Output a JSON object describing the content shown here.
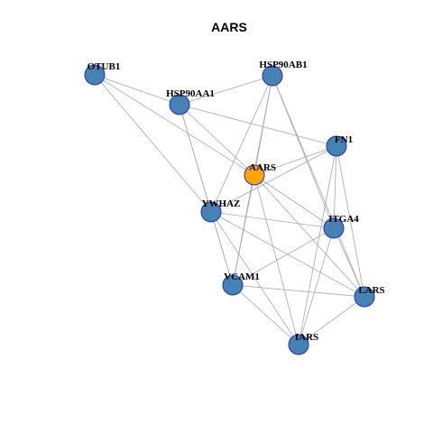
{
  "diagram": {
    "title": "AARS",
    "colors": {
      "node_fill": "#4682B4",
      "node_stroke": "#1E2FBF",
      "highlight_fill": "#FFA500",
      "highlight_stroke": "#1E2FBF",
      "edge": "#A8A8A8"
    },
    "nodes": [
      {
        "id": "OTUB1",
        "label": "OTUB1",
        "highlight": false
      },
      {
        "id": "HSP90AB1",
        "label": "HSP90AB1",
        "highlight": false
      },
      {
        "id": "HSP90AA1",
        "label": "HSP90AA1",
        "highlight": false
      },
      {
        "id": "FN1",
        "label": "FN1",
        "highlight": false
      },
      {
        "id": "AARS",
        "label": "AARS",
        "highlight": true
      },
      {
        "id": "YWHAZ",
        "label": "YWHAZ",
        "highlight": false
      },
      {
        "id": "ITGA4",
        "label": "ITGA4",
        "highlight": false
      },
      {
        "id": "VCAM1",
        "label": "VCAM1",
        "highlight": false
      },
      {
        "id": "LARS",
        "label": "LARS",
        "highlight": false
      },
      {
        "id": "IARS",
        "label": "IARS",
        "highlight": false
      }
    ],
    "edges": [
      [
        "OTUB1",
        "HSP90AA1"
      ],
      [
        "OTUB1",
        "AARS"
      ],
      [
        "OTUB1",
        "YWHAZ"
      ],
      [
        "HSP90AA1",
        "HSP90AB1"
      ],
      [
        "HSP90AA1",
        "FN1"
      ],
      [
        "HSP90AA1",
        "AARS"
      ],
      [
        "HSP90AA1",
        "YWHAZ"
      ],
      [
        "HSP90AA1",
        "VCAM1"
      ],
      [
        "HSP90AB1",
        "AARS"
      ],
      [
        "HSP90AB1",
        "YWHAZ"
      ],
      [
        "HSP90AB1",
        "VCAM1"
      ],
      [
        "HSP90AB1",
        "ITGA4"
      ],
      [
        "HSP90AB1",
        "LARS"
      ],
      [
        "FN1",
        "AARS"
      ],
      [
        "FN1",
        "YWHAZ"
      ],
      [
        "FN1",
        "ITGA4"
      ],
      [
        "FN1",
        "LARS"
      ],
      [
        "FN1",
        "IARS"
      ],
      [
        "AARS",
        "ITGA4"
      ],
      [
        "AARS",
        "VCAM1"
      ],
      [
        "AARS",
        "LARS"
      ],
      [
        "AARS",
        "IARS"
      ],
      [
        "YWHAZ",
        "ITGA4"
      ],
      [
        "YWHAZ",
        "VCAM1"
      ],
      [
        "YWHAZ",
        "LARS"
      ],
      [
        "YWHAZ",
        "IARS"
      ],
      [
        "ITGA4",
        "VCAM1"
      ],
      [
        "ITGA4",
        "LARS"
      ],
      [
        "ITGA4",
        "IARS"
      ],
      [
        "VCAM1",
        "LARS"
      ],
      [
        "VCAM1",
        "IARS"
      ],
      [
        "LARS",
        "IARS"
      ]
    ]
  }
}
